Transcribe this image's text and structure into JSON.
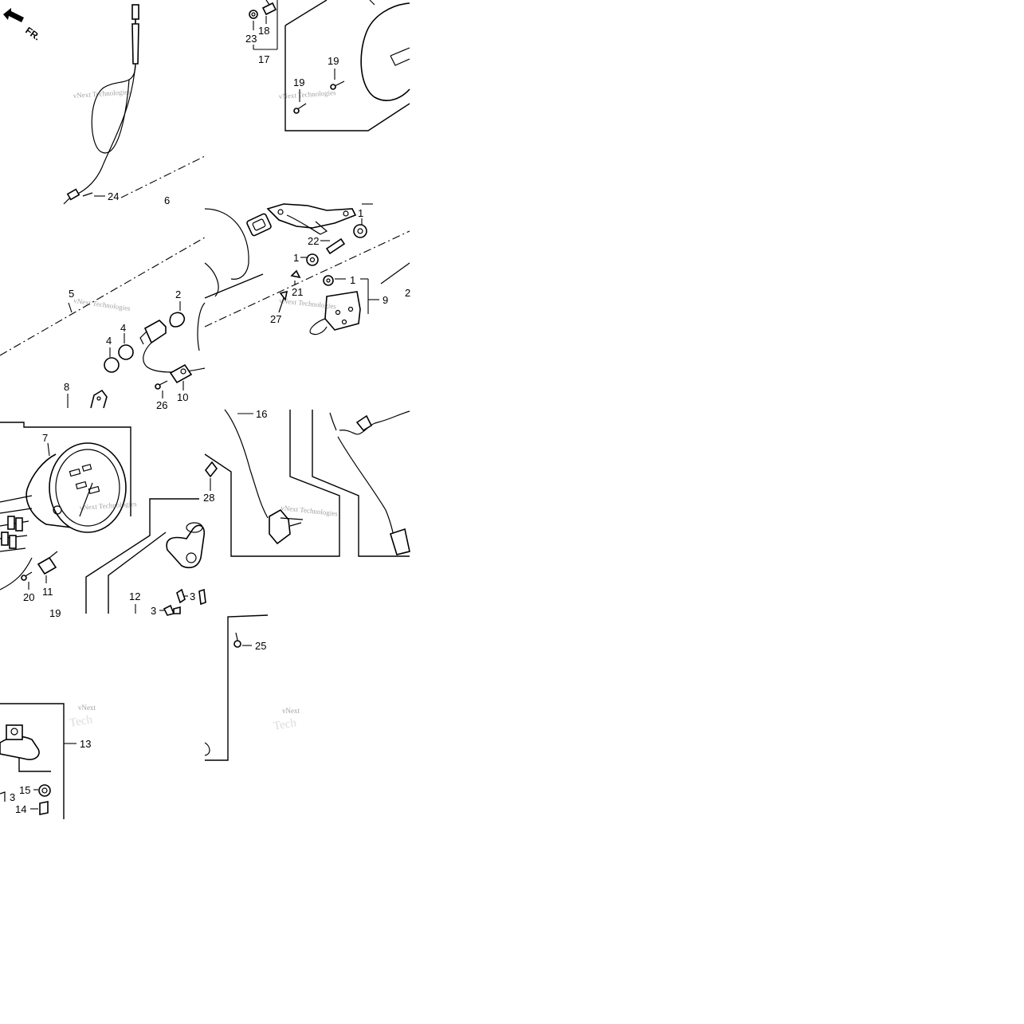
{
  "front_marker": "FR.",
  "watermark": {
    "text": "vNext Technologies",
    "short": "vNext",
    "tail": "Tech"
  },
  "callouts": {
    "c1a": "1",
    "c1b": "1",
    "c1c": "1",
    "c2": "2",
    "c3a": "3",
    "c3b": "3",
    "c3c": "3",
    "c4a": "4",
    "c4b": "4",
    "c5": "5",
    "c6": "6",
    "c7": "7",
    "c8": "8",
    "c9": "9",
    "c10": "10",
    "c11": "11",
    "c12": "12",
    "c13": "13",
    "c14": "14",
    "c15": "15",
    "c16": "16",
    "c17": "17",
    "c18": "18",
    "c19a": "19",
    "c19b": "19",
    "c20": "20",
    "c21": "21",
    "c22": "22",
    "c23": "23",
    "c24": "24",
    "c25": "25",
    "c26": "26",
    "c27": "27",
    "c28": "28"
  }
}
